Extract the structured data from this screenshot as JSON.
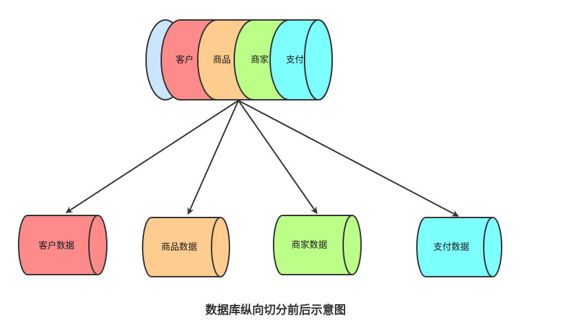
{
  "caption": "数据库纵向切分前后示意图",
  "source_db": {
    "segments": [
      {
        "label": "客户",
        "color": "#ff8a8a"
      },
      {
        "label": "商品",
        "color": "#ffcc8f"
      },
      {
        "label": "商家",
        "color": "#bbff88"
      },
      {
        "label": "支付",
        "color": "#7dffff"
      }
    ],
    "end_cap_color": "#cce5ff"
  },
  "target_dbs": [
    {
      "label": "客户数据",
      "color": "#ff8a8a"
    },
    {
      "label": "商品数据",
      "color": "#ffcc8f"
    },
    {
      "label": "商家数据",
      "color": "#bbff88"
    },
    {
      "label": "支付数据",
      "color": "#7dffff"
    }
  ],
  "stroke_color": "#333333"
}
